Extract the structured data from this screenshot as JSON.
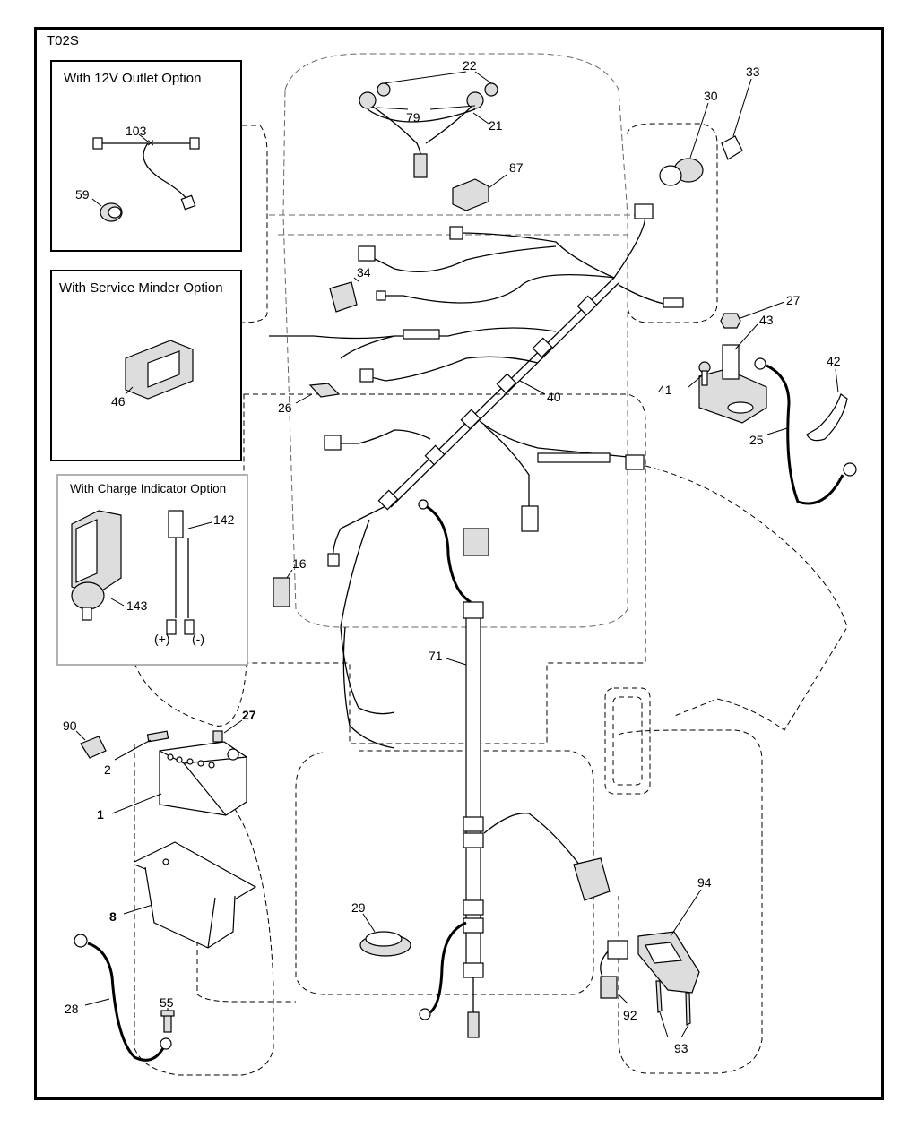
{
  "diagram_code": "T02S",
  "option_boxes": {
    "outlet_12v": {
      "title": "With 12V Outlet Option"
    },
    "service_minder": {
      "title": "With Service Minder Option"
    },
    "charge_indicator": {
      "title": "With Charge Indicator Option",
      "terminal_plus": "(+)",
      "terminal_minus": "(-)"
    }
  },
  "callouts": {
    "c22": "22",
    "c21": "21",
    "c79": "79",
    "c87": "87",
    "c30": "30",
    "c33": "33",
    "c103": "103",
    "c59": "59",
    "c46": "46",
    "c34": "34",
    "c26": "26",
    "c40": "40",
    "c27a": "27",
    "c43": "43",
    "c41": "41",
    "c42": "42",
    "c25": "25",
    "c142": "142",
    "c143": "143",
    "c16": "16",
    "c71": "71",
    "c90": "90",
    "c2": "2",
    "c27b": "27",
    "c1": "1",
    "c8": "8",
    "c28": "28",
    "c55": "55",
    "c29": "29",
    "c94": "94",
    "c92": "92",
    "c93": "93"
  }
}
